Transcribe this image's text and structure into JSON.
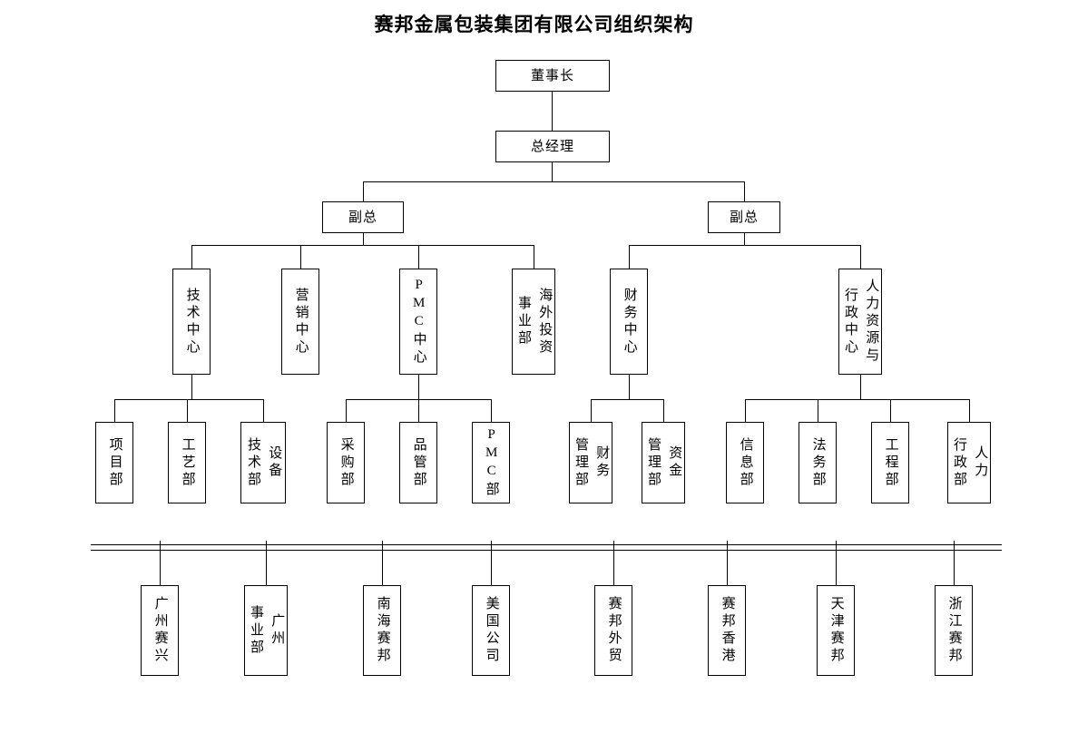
{
  "title": "赛邦金属包装集团有限公司组织架构",
  "hierarchy": {
    "chairman": "董事长",
    "general_manager": "总经理",
    "vp_left": {
      "label": "副总",
      "centers": [
        {
          "label": "技术中心",
          "children": [
            "项目部",
            "工艺部",
            "设备\n技术部"
          ]
        },
        {
          "label": "营销中心",
          "children": []
        },
        {
          "label": "PMC中心",
          "children": [
            "采购部",
            "品管部",
            "PMC部"
          ]
        },
        {
          "label": "海外投资\n事业部",
          "children": []
        }
      ]
    },
    "vp_right": {
      "label": "副总",
      "centers": [
        {
          "label": "财务中心",
          "children": [
            "财务\n管理部",
            "资金\n管理部"
          ]
        },
        {
          "label": "人力资源与\n行政中心",
          "children": [
            "信息部",
            "法务部",
            "工程部",
            "人力\n行政部"
          ]
        }
      ]
    },
    "subsidiaries": [
      "广州赛兴",
      "广州\n事业部",
      "南海赛邦",
      "美国公司",
      "赛邦外贸",
      "赛邦香港",
      "天津赛邦",
      "浙江赛邦"
    ]
  }
}
